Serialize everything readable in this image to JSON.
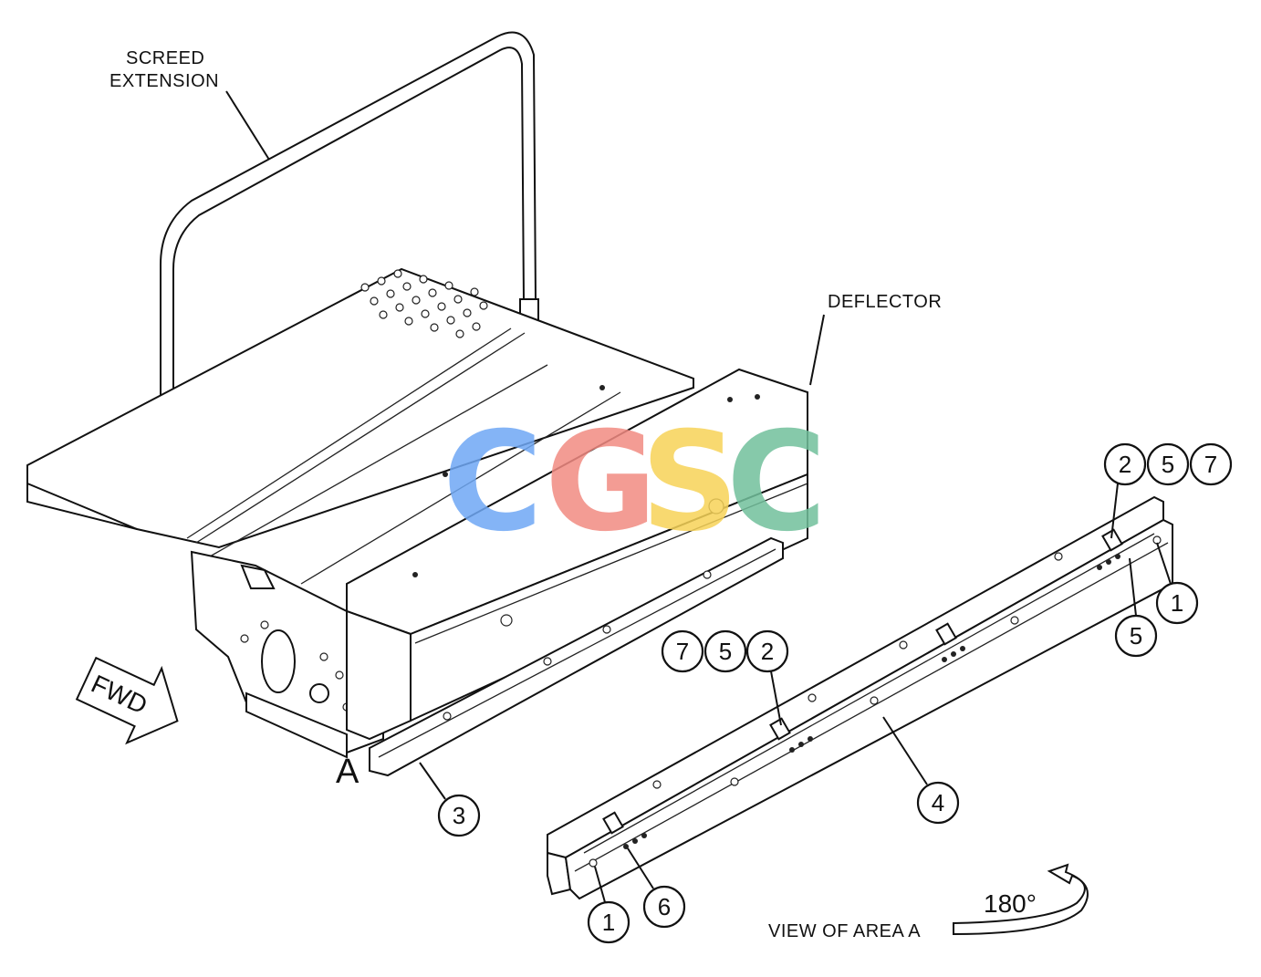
{
  "labels": {
    "screed_extension_line1": "SCREED",
    "screed_extension_line2": "EXTENSION",
    "deflector": "DEFLECTOR",
    "area_marker": "A",
    "fwd_arrow": "FWD",
    "view_caption": "VIEW OF AREA A",
    "rotation": "180°"
  },
  "watermark": {
    "letters": [
      "C",
      "G",
      "S",
      "C"
    ],
    "colors": [
      "#6fa8f5",
      "#f28b82",
      "#f7d358",
      "#72c09c"
    ]
  },
  "callouts": {
    "top_right_group": [
      "2",
      "5",
      "7"
    ],
    "mid_group": [
      "7",
      "5",
      "2"
    ],
    "right_1": "1",
    "right_5": "5",
    "part_3": "3",
    "part_4": "4",
    "bottom_1": "1",
    "bottom_6": "6"
  }
}
